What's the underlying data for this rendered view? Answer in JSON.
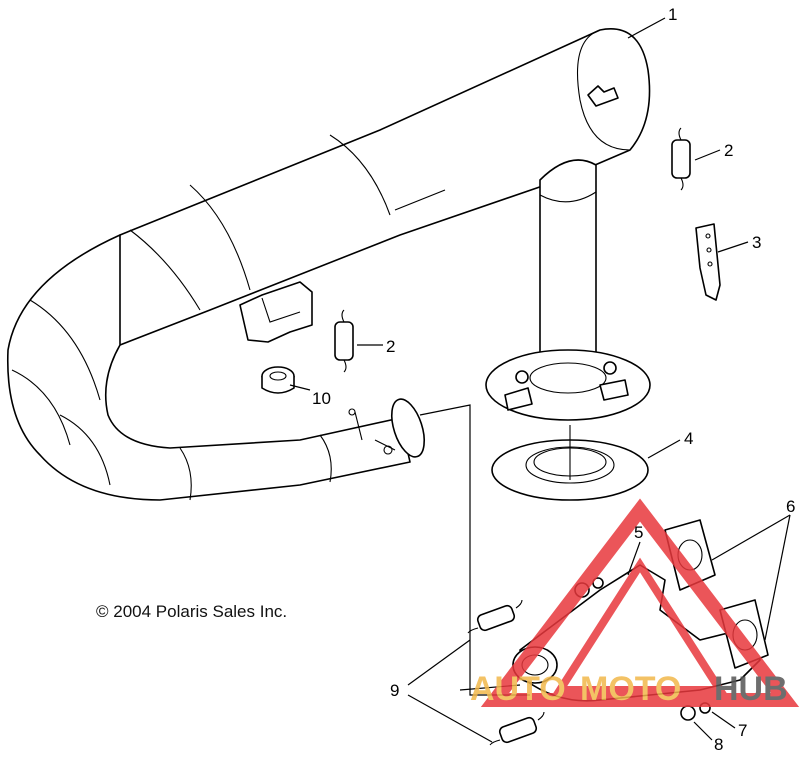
{
  "copyright": "© 2004 Polaris Sales Inc.",
  "watermark": {
    "text_left": "AUTO",
    "text_mid": "MOTO",
    "text_right": "HUB",
    "colors": {
      "triangle": "#e8383d",
      "left": "#f2b84b",
      "mid": "#f2b84b",
      "right": "#555555"
    }
  },
  "callouts": [
    "1",
    "2",
    "2",
    "3",
    "4",
    "5",
    "6",
    "7",
    "8",
    "9",
    "10"
  ],
  "line_color": "#000000",
  "background": "#ffffff"
}
